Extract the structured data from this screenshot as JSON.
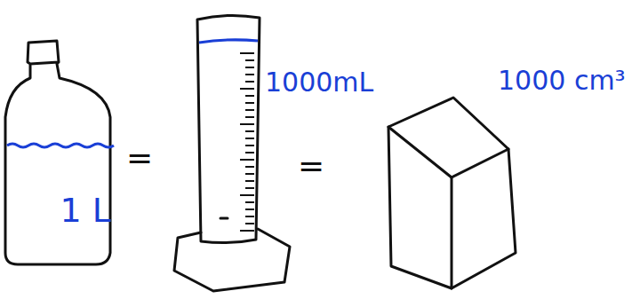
{
  "diagram": {
    "nodes": [
      {
        "text": [
          "1 L"
        ]
      }
    ],
    "labels": [
      "=",
      "1000mL",
      "=",
      "1000 cm³"
    ]
  }
}
